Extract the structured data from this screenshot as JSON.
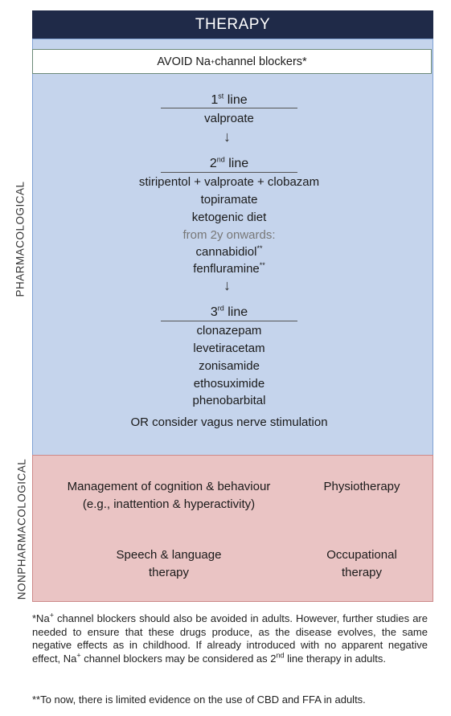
{
  "header": {
    "title": "THERAPY"
  },
  "side_labels": {
    "pharmacological": "PHARMACOLOGICAL",
    "nonpharmacological": "NONPHARMACOLOGICAL"
  },
  "avoid": {
    "prefix": "AVOID Na",
    "sup": "+",
    "suffix": " channel blockers*"
  },
  "first_line": {
    "num": "1",
    "sup": "st",
    "word": " line",
    "drugs": [
      "valproate"
    ]
  },
  "second_line": {
    "num": "2",
    "sup": "nd",
    "word": " line",
    "drugs": [
      "stiripentol + valproate + clobazam",
      "topiramate",
      "ketogenic diet"
    ],
    "age_note": "from 2y onwards:",
    "age_drugs": [
      "cannabidiol",
      "fenfluramine"
    ],
    "age_marker": "**"
  },
  "third_line": {
    "num": "3",
    "sup": "rd",
    "word": " line",
    "drugs": [
      "clonazepam",
      "levetiracetam",
      "zonisamide",
      "ethosuximide",
      "phenobarbital"
    ],
    "alternative": "OR consider vagus nerve stimulation"
  },
  "nonpharm": {
    "cognition_line1": "Management of cognition & behaviour",
    "cognition_line2": "(e.g., inattention & hyperactivity)",
    "physio": "Physiotherapy",
    "speech_line1": "Speech & language",
    "speech_line2": "therapy",
    "occupational_line1": "Occupational",
    "occupational_line2": "therapy"
  },
  "footnotes": {
    "note1_a": "*Na",
    "note1_sup": "+",
    "note1_b": " channel blockers should also be avoided in adults. However, further studies are needed to ensure that these drugs produce, as the disease evolves, the same negative effects as in childhood. If already introduced with no apparent negative effect, Na",
    "note1_sup2": "+",
    "note1_c": " channel blockers may be considered as 2",
    "note1_sup3": "nd",
    "note1_d": " line therapy in adults.",
    "note2": "**To now, there is limited evidence on the use of CBD and FFA in adults."
  },
  "icons": {
    "arrow": "↓"
  }
}
